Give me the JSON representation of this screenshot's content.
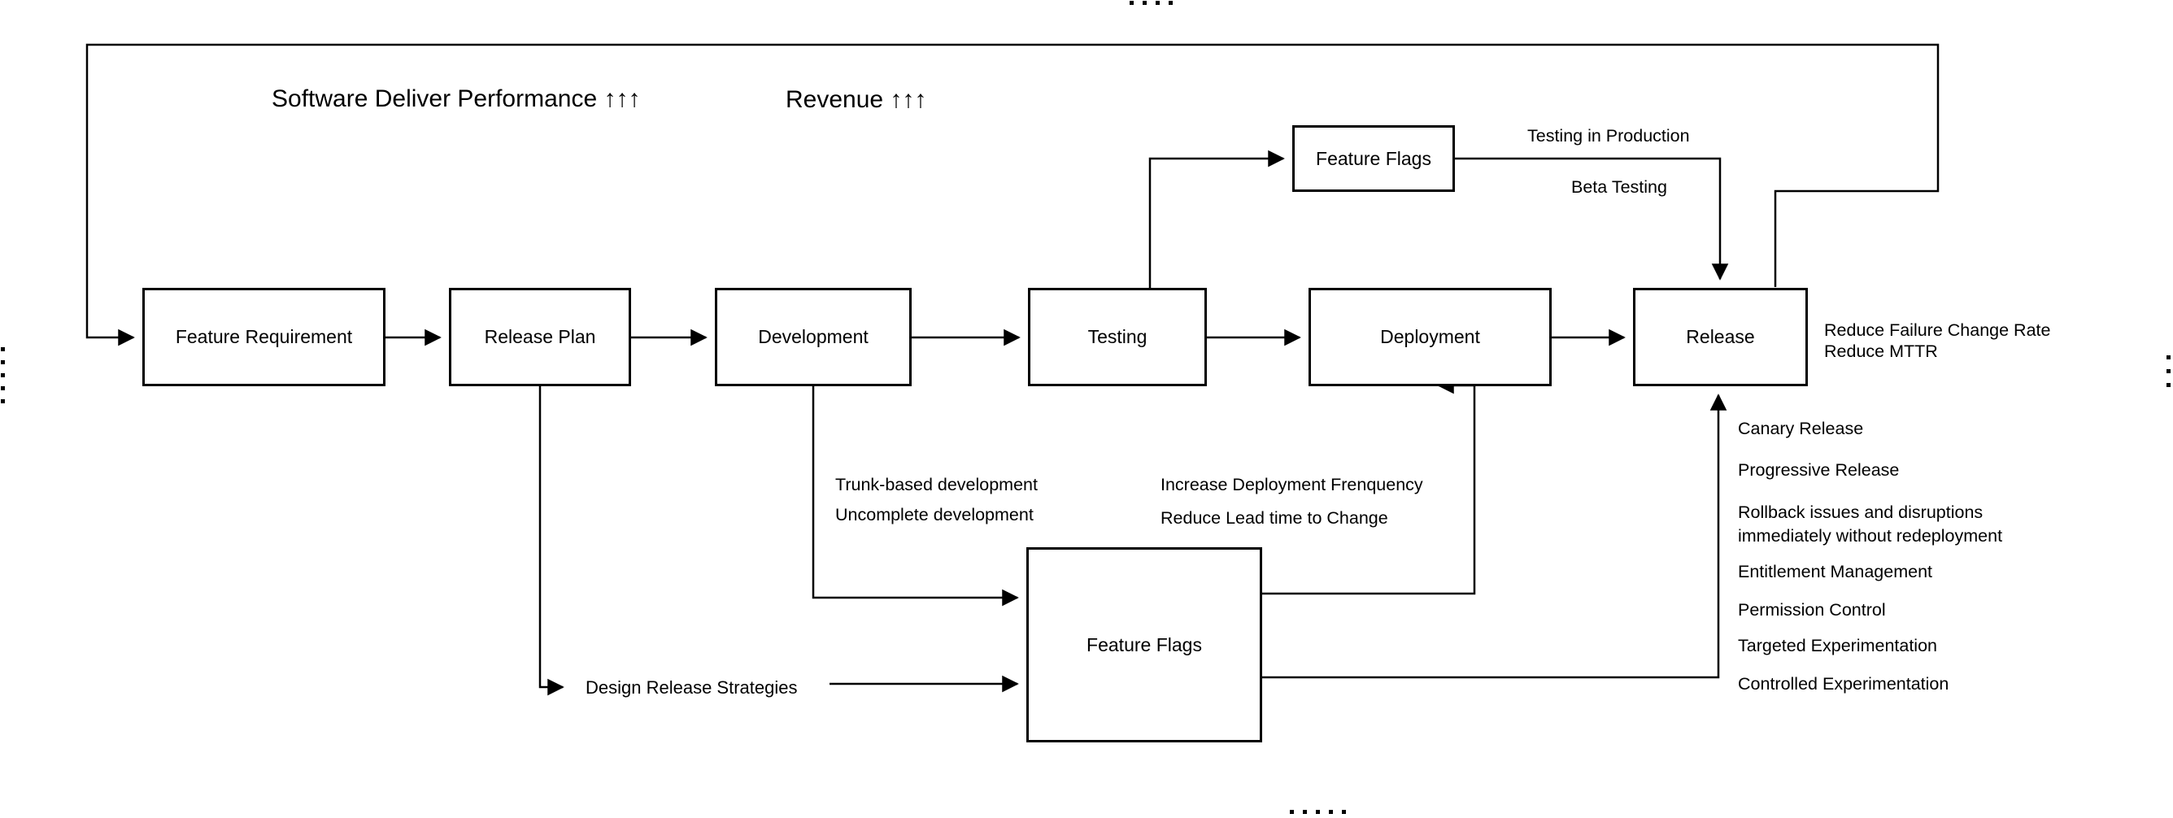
{
  "page": {
    "background_color": "#ffffff",
    "line_color": "#000000"
  },
  "titles": {
    "performance": "Software Deliver Performance ↑↑↑",
    "revenue": "Revenue ↑↑↑"
  },
  "boxes": [
    {
      "id": "feature-requirement",
      "label": "Feature Requirement"
    },
    {
      "id": "release-plan",
      "label": "Release Plan"
    },
    {
      "id": "development",
      "label": "Development"
    },
    {
      "id": "testing",
      "label": "Testing"
    },
    {
      "id": "deployment",
      "label": "Deployment"
    },
    {
      "id": "release",
      "label": "Release"
    },
    {
      "id": "feature-flags-top",
      "label": "Feature Flags"
    },
    {
      "id": "feature-flags-bottom",
      "label": "Feature Flags"
    }
  ],
  "annotations": {
    "testing_in_production": "Testing in Production",
    "beta_testing": "Beta Testing",
    "trunk_based": "Trunk-based development",
    "uncomplete_dev": "Uncomplete development",
    "increase_deploy_freq": "Increase Deployment Frenquency",
    "reduce_lead_time": "Reduce Lead time to Change",
    "design_release_strategies": "Design Release Strategies",
    "reduce_failure_change_rate": "Reduce Failure Change Rate",
    "reduce_mttr": "Reduce MTTR",
    "canary_release": "Canary Release",
    "progressive_release": "Progressive Release",
    "rollback_line1": "Rollback issues and disruptions",
    "rollback_line2": "immediately without redeployment",
    "entitlement_management": "Entitlement Management",
    "permission_control": "Permission Control",
    "targeted_experimentation": "Targeted Experimentation",
    "controlled_experimentation": "Controlled Experimentation"
  },
  "dots": {
    "top_count": 4,
    "bottom_count": 5,
    "left_count": 5,
    "right_count": 3
  }
}
